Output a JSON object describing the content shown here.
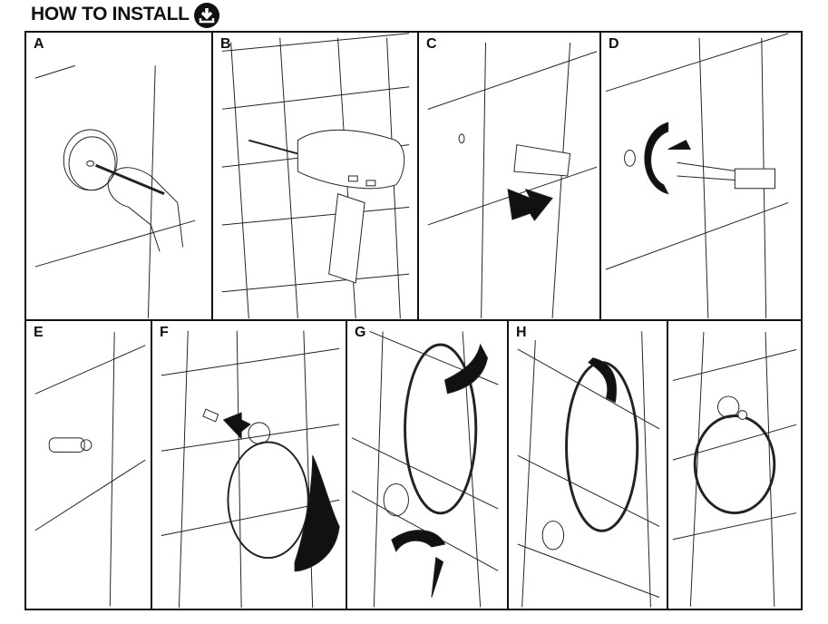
{
  "header": {
    "title": "HOW TO INSTALL",
    "icon": "download-icon"
  },
  "steps": [
    {
      "label": "A",
      "action": "mark-hole"
    },
    {
      "label": "B",
      "action": "drill"
    },
    {
      "label": "C",
      "action": "insert-anchor"
    },
    {
      "label": "D",
      "action": "screw-in"
    },
    {
      "label": "E",
      "action": "screw-installed"
    },
    {
      "label": "F",
      "action": "attach-ring"
    },
    {
      "label": "G",
      "action": "rotate-ring"
    },
    {
      "label": "H",
      "action": "tighten"
    },
    {
      "label": "",
      "action": "finished"
    }
  ]
}
